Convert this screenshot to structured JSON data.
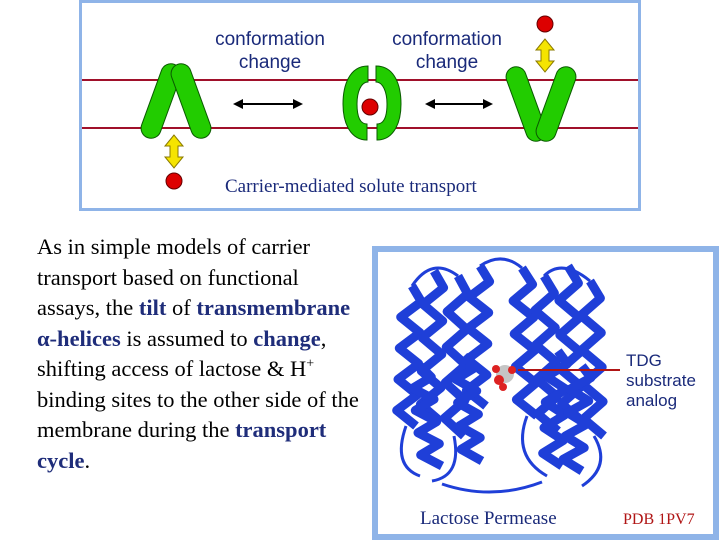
{
  "diagram": {
    "label_left_line1": "conformation",
    "label_left_line2": "change",
    "label_right_line1": "conformation",
    "label_right_line2": "change",
    "caption": "Carrier-mediated solute transport"
  },
  "text": {
    "p1": "As in simple models of carrier transport based on functional assays, the ",
    "tilt": "tilt",
    "p2": " of ",
    "helices": "transmembrane α-helices",
    "p3": " is assumed to ",
    "change": "change",
    "p4": ", shifting access of lactose & H",
    "plus": "+",
    "p5": " binding sites to the other side of the membrane during the ",
    "cycle": "transport cycle",
    "p6": "."
  },
  "protein": {
    "label_line1": "TDG",
    "label_line2": "substrate",
    "label_line3": "analog",
    "title": "Lactose Permease",
    "pdb": "PDB 1PV7"
  },
  "colors": {
    "panel_border": "#8fb4e8",
    "helix_green": "#22cc00",
    "membrane_red": "#a0102a",
    "substrate_red": "#dd0000",
    "arrow_yellow": "#f5e400",
    "protein_blue": "#1f3fd8",
    "pdb_red": "#b01515",
    "keyword_blue": "#1f2d7a"
  }
}
